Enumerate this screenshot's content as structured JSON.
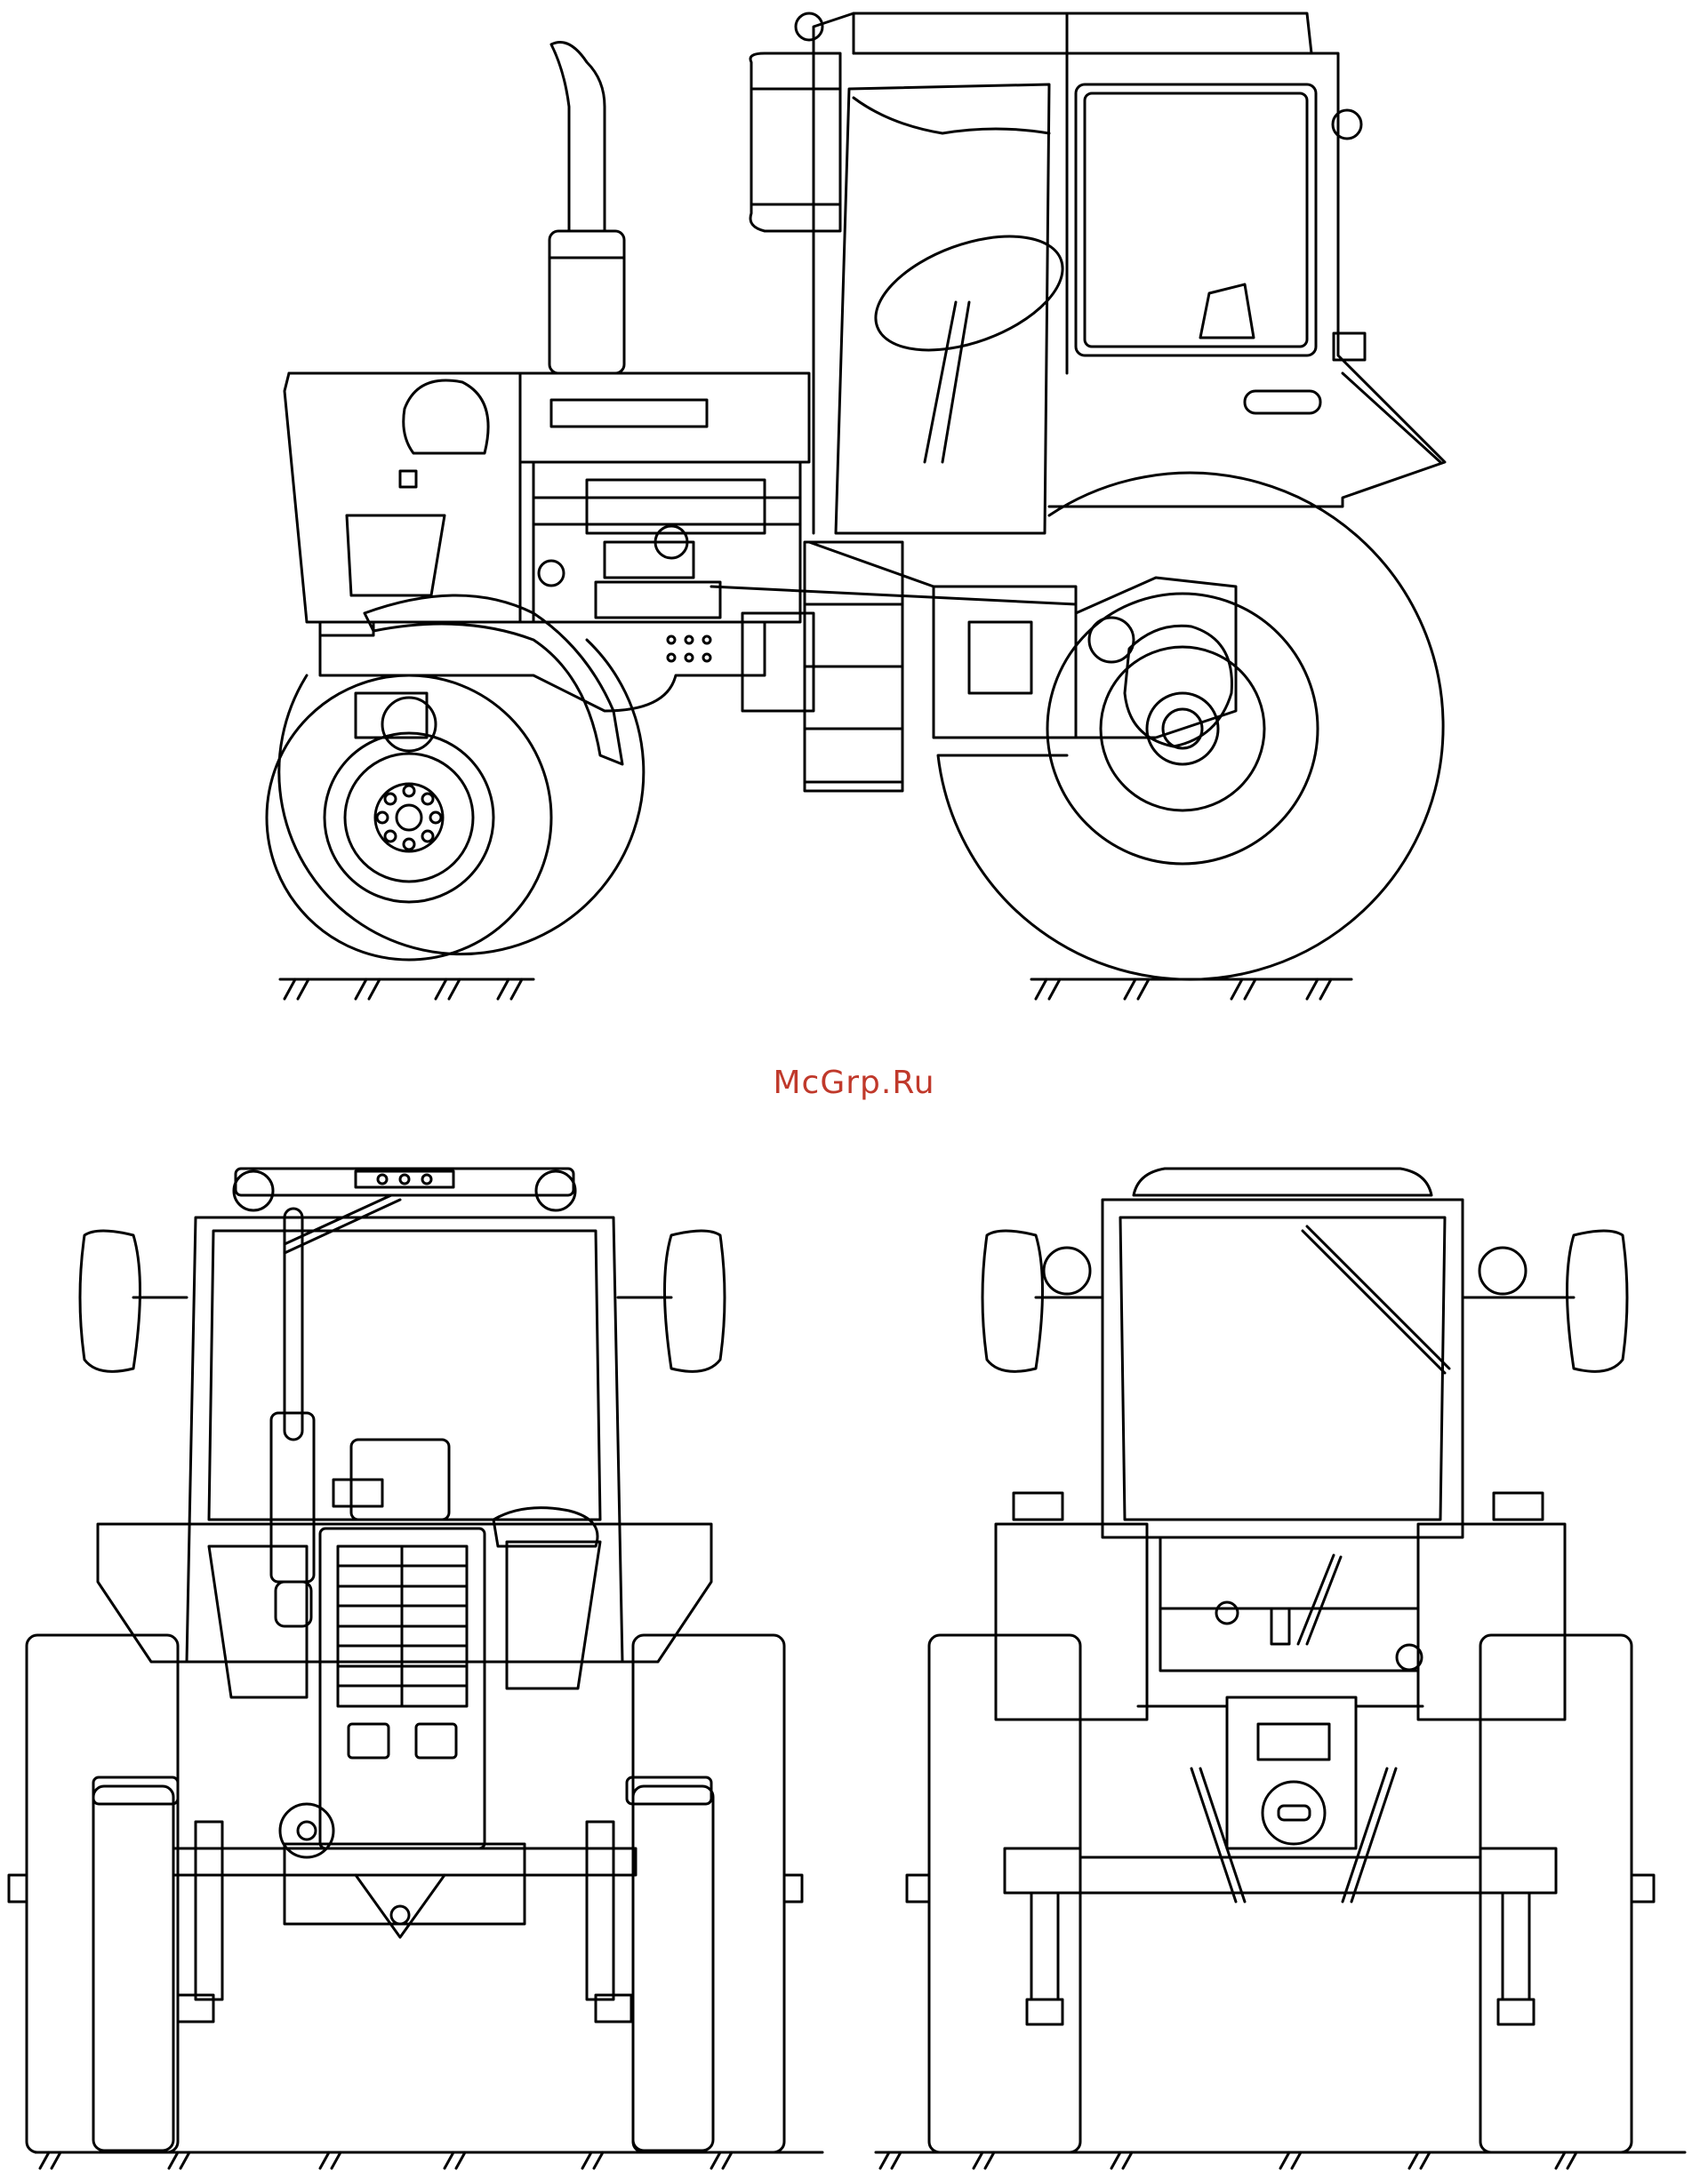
{
  "watermark": {
    "text": "McGrp.Ru",
    "color": "#c0392b"
  },
  "views": [
    {
      "id": "side",
      "description_icon": "tractor-side-view-icon"
    },
    {
      "id": "front",
      "description_icon": "tractor-front-view-icon"
    },
    {
      "id": "rear",
      "description_icon": "tractor-rear-view-icon"
    }
  ],
  "colors": {
    "line": "#000000",
    "background": "#ffffff"
  }
}
